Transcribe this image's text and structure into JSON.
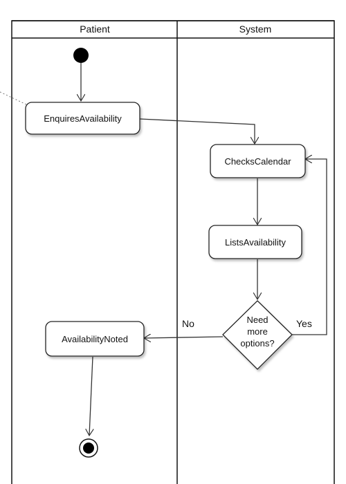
{
  "lanes": {
    "patient": "Patient",
    "system": "System"
  },
  "nodes": {
    "enquires": "EnquiresAvailability",
    "checks": "ChecksCalendar",
    "lists": "ListsAvailability",
    "noted": "AvailabilityNoted"
  },
  "decision": {
    "line1": "Need",
    "line2": "more",
    "line3": "options?"
  },
  "edges": {
    "no": "No",
    "yes": "Yes"
  }
}
